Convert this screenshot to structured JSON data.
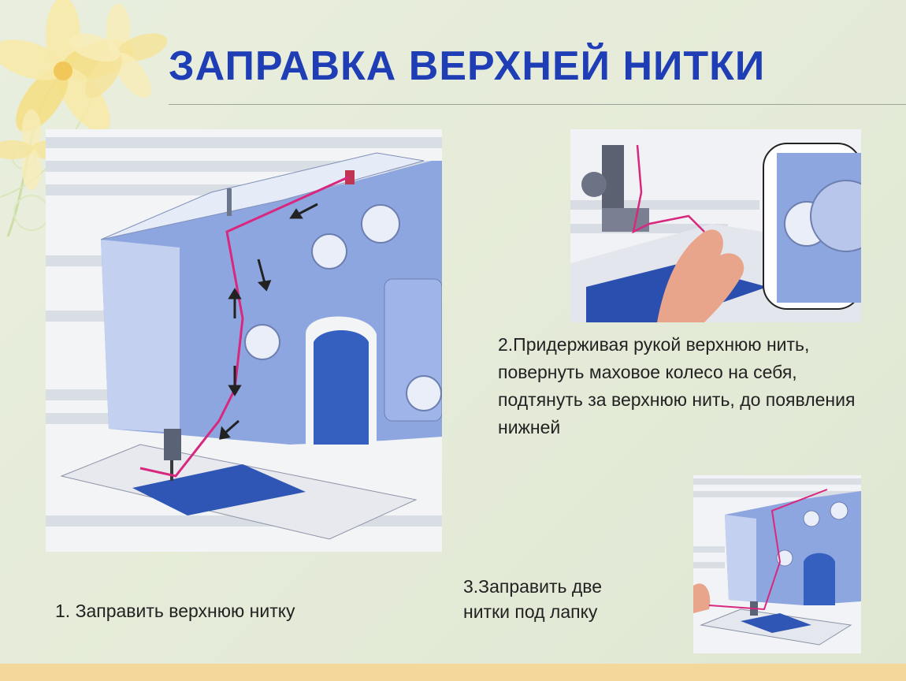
{
  "slide": {
    "title": "ЗАПРАВКА ВЕРХНЕЙ НИТКИ",
    "accent_color": "#1f3db5"
  },
  "steps": [
    {
      "caption": "1. Заправить верхнюю нитку",
      "illustration": "sewing-machine-threading"
    },
    {
      "caption": "2.Придерживая рукой верхнюю нить, повернуть маховое колесо на себя, подтянуть за верхнюю нить, до появления нижней",
      "illustration": "needle-foot-hand-closeup"
    },
    {
      "caption": "3.Заправить две нитки под лапку",
      "illustration": "threads-under-foot"
    }
  ]
}
